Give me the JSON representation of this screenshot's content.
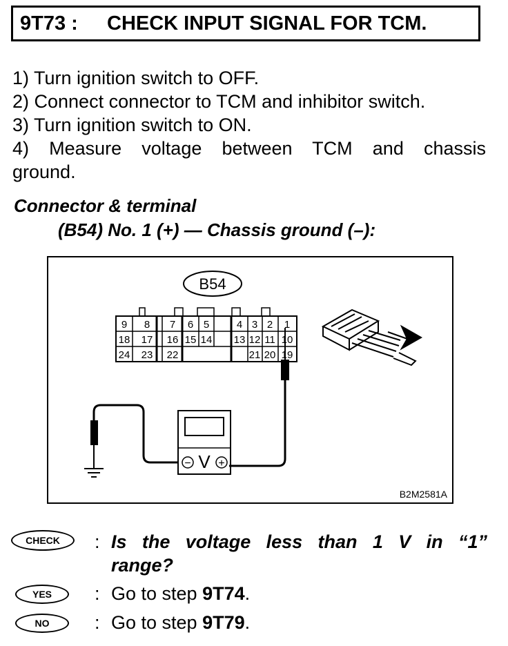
{
  "header": {
    "code": "9T73 :",
    "title": "CHECK INPUT SIGNAL FOR TCM."
  },
  "steps": [
    "1)  Turn ignition switch to OFF.",
    "2)  Connect connector to TCM and inhibitor switch.",
    "3)  Turn ignition switch to ON.",
    "4)  Measure voltage between TCM and chassis",
    "ground."
  ],
  "connector": {
    "title": "Connector & terminal",
    "subtitle": "(B54) No. 1 (+) — Chassis ground (–):"
  },
  "figure": {
    "connector_label": "B54",
    "code": "B2M2581A",
    "meter_label": "V",
    "minus": "−",
    "plus": "+",
    "pins_row1": [
      "9",
      "8",
      "7",
      "6",
      "5",
      "4",
      "3",
      "2",
      "1"
    ],
    "pins_row2": [
      "18",
      "17",
      "16",
      "15",
      "14",
      "13",
      "12",
      "11",
      "10"
    ],
    "pins_row3": [
      "24",
      "23",
      "22",
      "21",
      "20",
      "19"
    ]
  },
  "check": {
    "badge": "CHECK",
    "colon": ":",
    "question_line1": "Is the voltage less than 1 V in “1”",
    "question_line2": "range?"
  },
  "yes": {
    "badge": "YES",
    "colon": ":",
    "text": "Go to step ",
    "step": "9T74",
    "end": "."
  },
  "no": {
    "badge": "NO",
    "colon": ":",
    "text": "Go to step ",
    "step": "9T79",
    "end": "."
  }
}
